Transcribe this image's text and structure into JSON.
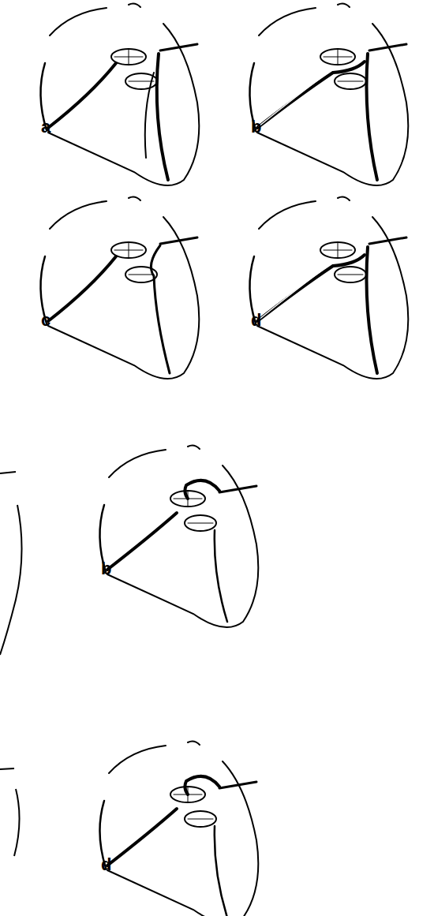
{
  "diagram": {
    "labels": [
      "a",
      "b",
      "c",
      "d",
      "b",
      "d"
    ]
  }
}
